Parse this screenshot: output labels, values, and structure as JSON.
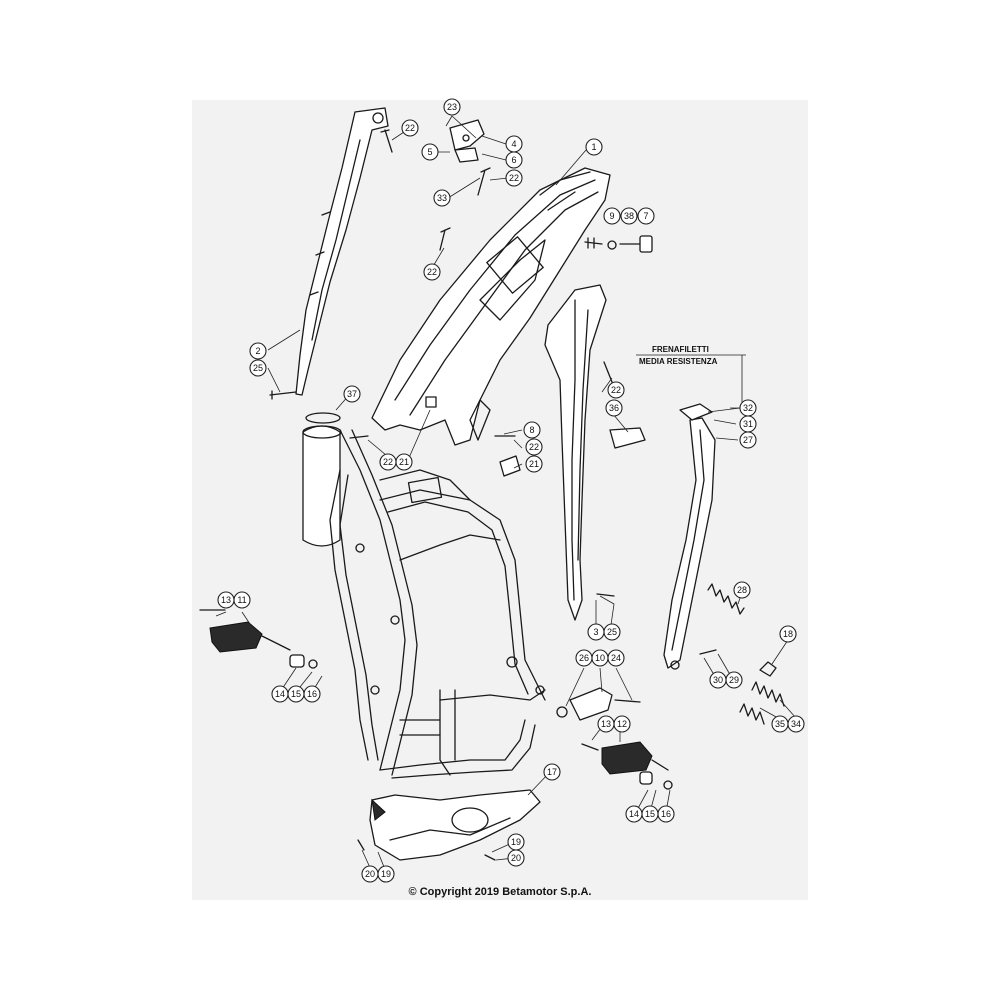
{
  "diagram": {
    "note_line1": "FRENAFILETTI",
    "note_line2": "MEDIA RESISTENZA",
    "copyright": "© Copyright 2019 Betamotor S.p.A.",
    "callouts": [
      "1",
      "2",
      "3",
      "4",
      "5",
      "6",
      "7",
      "8",
      "9",
      "10",
      "11",
      "12",
      "13",
      "14",
      "15",
      "16",
      "17",
      "18",
      "19",
      "20",
      "21",
      "22",
      "23",
      "24",
      "25",
      "26",
      "27",
      "28",
      "29",
      "30",
      "31",
      "32",
      "33",
      "34",
      "35",
      "36",
      "37",
      "38"
    ]
  }
}
